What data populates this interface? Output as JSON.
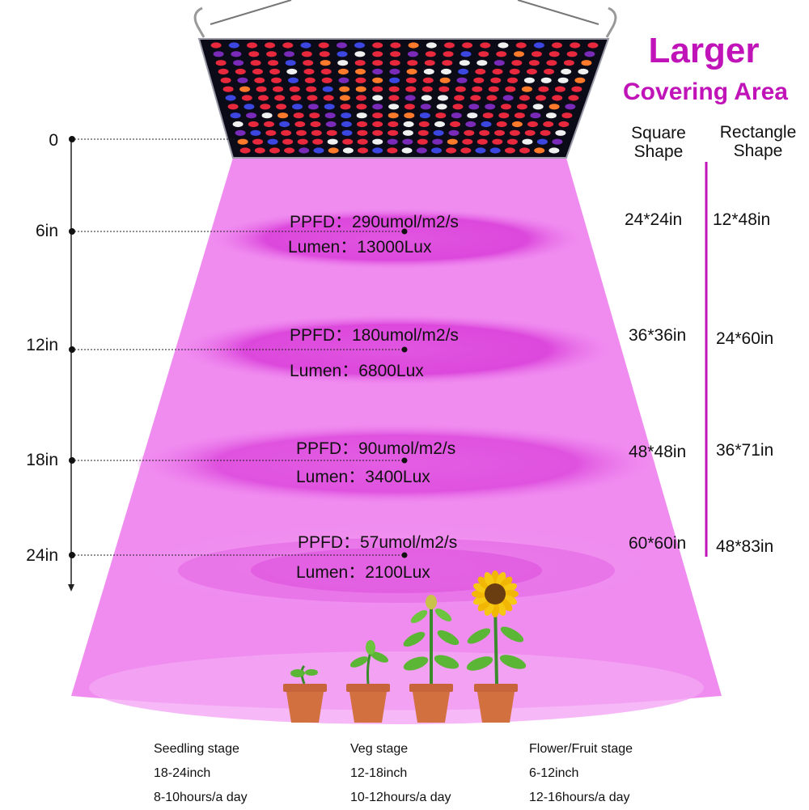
{
  "headline": {
    "line1": "Larger",
    "line2": "Covering Area"
  },
  "shape_headers": {
    "square": [
      "Square",
      "Shape"
    ],
    "rectangle": [
      "Rectangle",
      "Shape"
    ]
  },
  "colors": {
    "accent": "#c014b9",
    "beam": "#f08cf0",
    "ring": "#d942d9",
    "panel": "#0b0b18"
  },
  "depth_scale": {
    "markers": [
      {
        "label": "0",
        "inches": 0
      },
      {
        "label": "6in",
        "inches": 6
      },
      {
        "label": "12in",
        "inches": 12
      },
      {
        "label": "18in",
        "inches": 18
      },
      {
        "label": "24in",
        "inches": 24
      }
    ]
  },
  "levels": [
    {
      "depth": "6in",
      "ppfd": "PPFD：290umol/m2/s",
      "lumen": "Lumen：13000Lux",
      "square": "24*24in",
      "rectangle": "12*48in"
    },
    {
      "depth": "12in",
      "ppfd": "PPFD：180umol/m2/s",
      "lumen": "Lumen：6800Lux",
      "square": "36*36in",
      "rectangle": "24*60in"
    },
    {
      "depth": "18in",
      "ppfd": "PPFD：90umol/m2/s",
      "lumen": "Lumen：3400Lux",
      "square": "48*48in",
      "rectangle": "36*71in"
    },
    {
      "depth": "24in",
      "ppfd": "PPFD：57umol/m2/s",
      "lumen": "Lumen：2100Lux",
      "square": "60*60in",
      "rectangle": "48*83in"
    }
  ],
  "stages": [
    {
      "name": "Seedling stage",
      "distance": "18-24inch",
      "hours": "8-10hours/a day"
    },
    {
      "name": "Veg stage",
      "distance": "12-18inch",
      "hours": "10-12hours/a day"
    },
    {
      "name": "Flower/Fruit stage",
      "distance": "6-12inch",
      "hours": "12-16hours/a day"
    }
  ],
  "icons": [
    "grow-light-panel-icon",
    "seedling-pot-icon",
    "sprout-pot-icon",
    "young-plant-pot-icon",
    "sunflower-pot-icon"
  ]
}
